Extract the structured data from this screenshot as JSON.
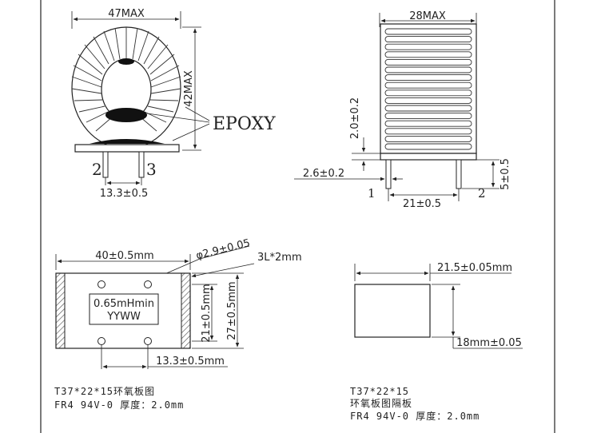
{
  "toroid_front": {
    "width_label": "47MAX",
    "height_label": "42MAX",
    "epoxy_label": "EPOXY",
    "pin_left": "2",
    "pin_right": "3",
    "pin_spacing": "13.3±0.5"
  },
  "toroid_side": {
    "width_label": "28MAX",
    "lift_label": "2.0±0.2",
    "pin_diameter": "2.6±0.2",
    "pin_length": "5±0.5",
    "pin_left": "1",
    "pin_right": "2",
    "pin_spacing": "21±0.5"
  },
  "base_board": {
    "width_label": "40±0.5mm",
    "hole_label": "φ2.9±0.05",
    "slot_label": "3L*2mm",
    "inner_height": "21±0.5mm",
    "outer_height": "27±0.5mm",
    "marking_line1": "0.65mHmin",
    "marking_line2": "YYWW",
    "hole_spacing": "13.3±0.5mm",
    "title": "T37*22*15环氧板图",
    "material": "FR4   94V-0   厚度：2.0mm"
  },
  "separator_board": {
    "width_label": "21.5±0.05mm",
    "height_label": "18mm±0.05",
    "title1": "T37*22*15",
    "title2": "环氧板图隔板",
    "material": "FR4   94V-0   厚度：2.0mm"
  },
  "colors": {
    "line": "#222222",
    "epoxy": "#111111",
    "hatch": "#555555"
  }
}
